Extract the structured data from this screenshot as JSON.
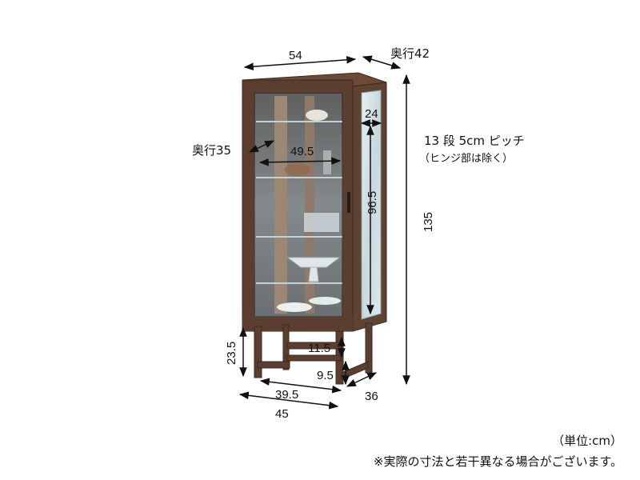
{
  "dimensions": {
    "width_top": "54",
    "depth_top_label": "奥行42",
    "inner_depth_label": "奥行35",
    "inner_width": "49.5",
    "side_panel_depth": "24",
    "interior_height": "96.5",
    "total_height": "135",
    "leg_height": "23.5",
    "stretcher_height": "11.5",
    "clearance": "9.5",
    "base_inner_width": "39.5",
    "base_width": "45",
    "base_depth": "36"
  },
  "shelf_note": {
    "line1": "13 段 5cm ピッチ",
    "line2": "（ヒンジ部は除く）"
  },
  "footer": {
    "unit": "（単位:cm）",
    "disclaimer": "※実際の寸法と若干異なる場合がございます。"
  },
  "colors": {
    "wood": "#5a3f30",
    "wood_dark": "#3f2a1f",
    "glass": "#d6e2e4",
    "line": "#111111"
  }
}
